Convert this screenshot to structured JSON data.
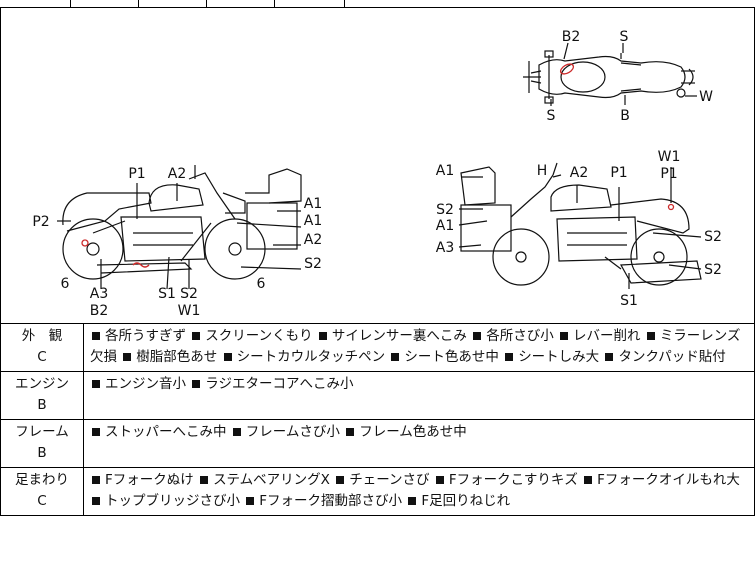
{
  "diagram_labels": {
    "top_view": [
      "B2",
      "S",
      "S",
      "B",
      "W"
    ],
    "left_view": [
      "P1",
      "A2",
      "P2",
      "A1",
      "A1",
      "A2",
      "S2",
      "6",
      "A3",
      "B2",
      "S1",
      "S2",
      "W1",
      "6"
    ],
    "right_view": [
      "A1",
      "H",
      "A2",
      "P1",
      "W1",
      "P1",
      "S2",
      "A1",
      "A3",
      "S2",
      "S2",
      "S1"
    ]
  },
  "sections": [
    {
      "name": "外　観",
      "grade": "C",
      "items": [
        "各所うすぎず",
        "スクリーンくもり",
        "サイレンサー裏へこみ",
        "各所さび小",
        "レバー削れ",
        "ミラーレンズ欠損",
        "樹脂部色あせ",
        "シートカウルタッチペン",
        "シート色あせ中",
        "シートしみ大",
        "タンクパッド貼付"
      ]
    },
    {
      "name": "エンジン",
      "grade": "B",
      "items": [
        "エンジン音小",
        "ラジエターコアへこみ小"
      ]
    },
    {
      "name": "フレーム",
      "grade": "B",
      "items": [
        "ストッパーへこみ中",
        "フレームさび小",
        "フレーム色あせ中"
      ]
    },
    {
      "name": "足まわり",
      "grade": "C",
      "items": [
        "Fフォークぬけ",
        "ステムベアリングX",
        "チェーンさび",
        "Fフォークこすりキズ",
        "Fフォークオイルもれ大",
        "トップブリッジさび小",
        "Fフォーク摺動部さび小",
        "F足回りねじれ"
      ]
    }
  ],
  "colors": {
    "line": "#111111",
    "damage_mark": "#cc2a2a"
  }
}
